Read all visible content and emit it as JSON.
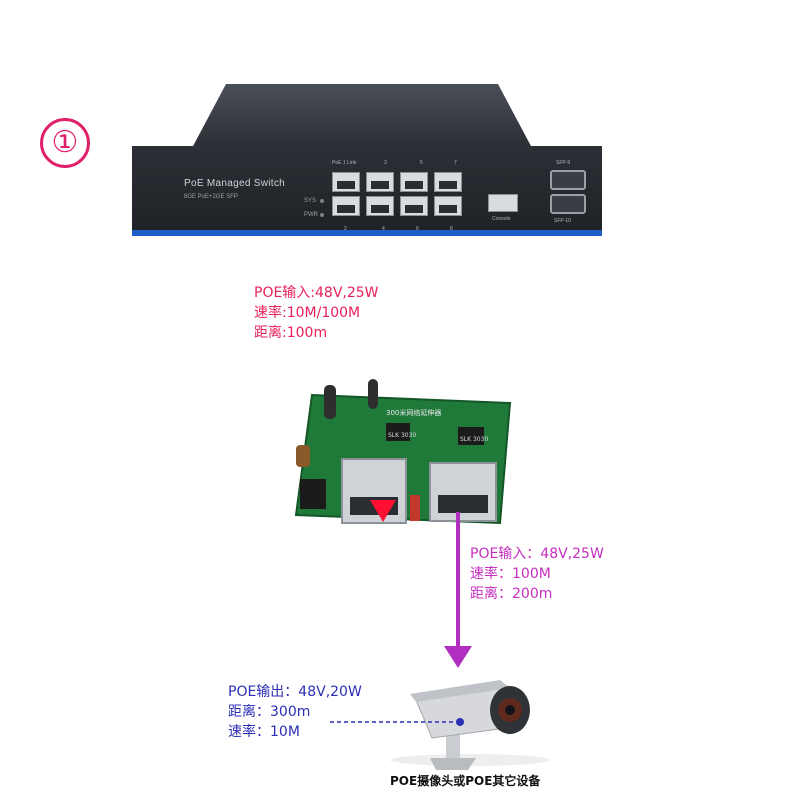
{
  "step_marker": "①",
  "switch": {
    "name": "PoE Managed Switch",
    "subtitle": "8GE PoE+2GE SFP",
    "port_header": "PoE  1  Link",
    "port_numbers_top": [
      "3",
      "5",
      "7"
    ],
    "port_numbers_bottom": [
      "2",
      "4",
      "6",
      "8"
    ],
    "sys_label": "SYS",
    "pwr_label": "PWR",
    "sfp_label": "SFP-9",
    "sfp_label_bottom": "SFP-10",
    "console_label": "Console"
  },
  "board": {
    "silkscreen_title": "300米网络延伸器",
    "chip_label_1": "SLK 3030",
    "chip_label_2": "SLK 3030"
  },
  "segment1": {
    "line1": "POE输入:48V,25W",
    "line2": "速率:10M/100M",
    "line3": "距离:100m",
    "color": "#e8205a"
  },
  "segment2": {
    "line1": "POE输入：48V,25W",
    "line2": "速率：100M",
    "line3": "距离：200m",
    "color": "#c62fbf"
  },
  "segment3": {
    "line1": "POE输出：48V,20W",
    "line2": "距离：300m",
    "line3": "速率：10M",
    "color": "#2b2fb5"
  },
  "caption": "POE摄像头或POE其它设备"
}
